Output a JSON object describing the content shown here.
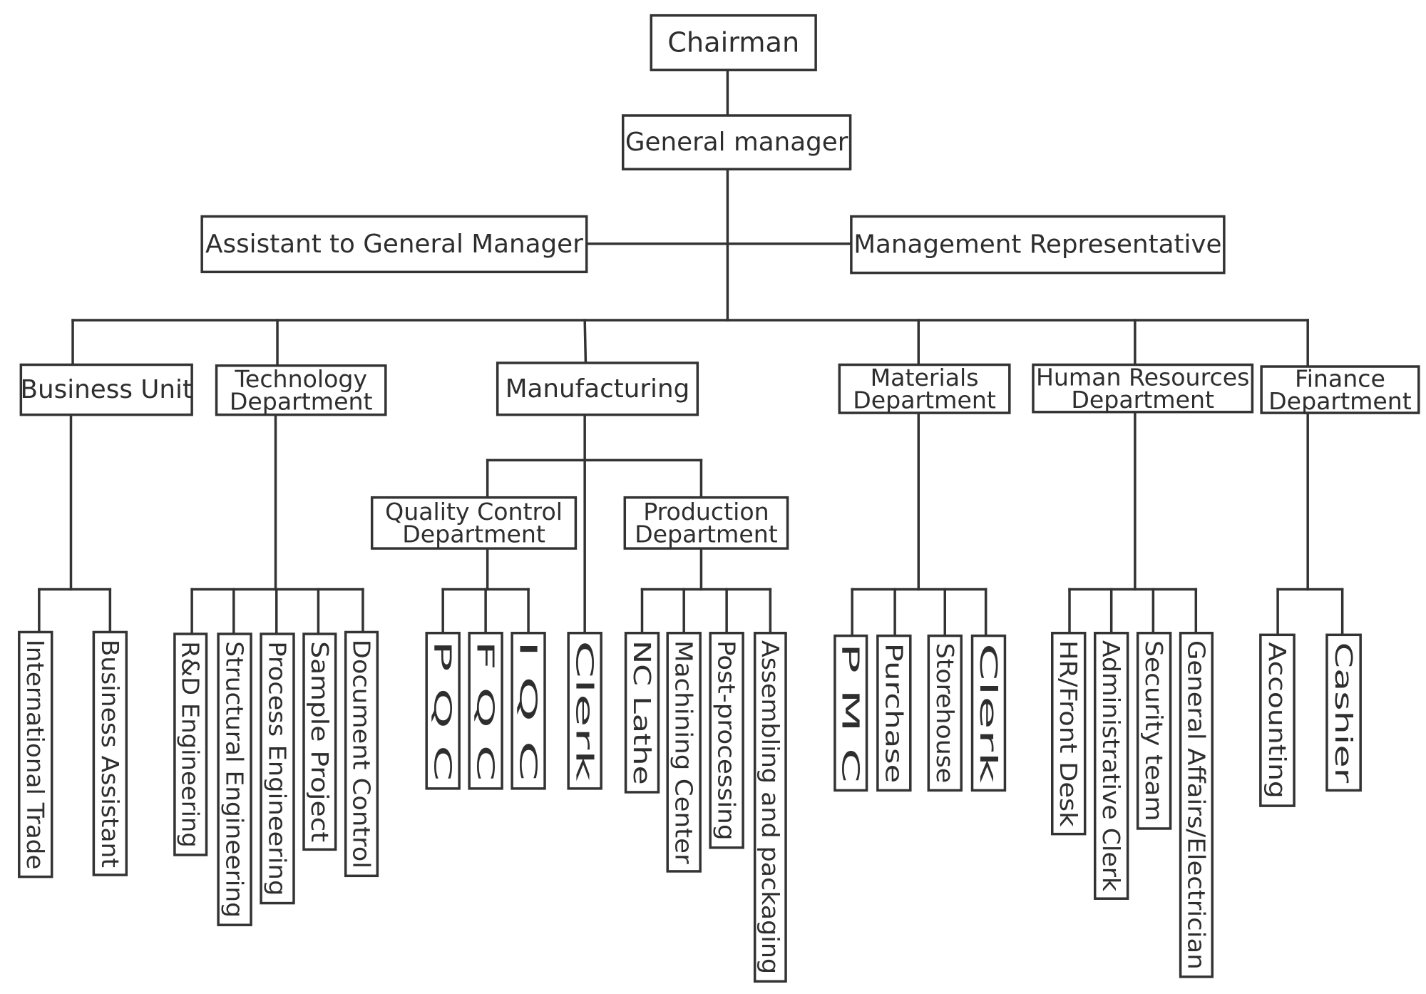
{
  "nodes": {
    "chairman": "Chairman",
    "general_manager": "General manager",
    "assistant_gm": "Assistant to General Manager",
    "management_rep": "Management Representative",
    "business_unit": "Business Unit",
    "technology_department": [
      "Technology",
      "Department"
    ],
    "manufacturing": "Manufacturing",
    "materials_department": [
      "Materials",
      "Department"
    ],
    "hr_department": [
      "Human Resources",
      "Department"
    ],
    "finance_department": [
      "Finance",
      "Department"
    ],
    "international_trade": "International Trade",
    "business_assistant": "Business Assistant",
    "rd_engineering": "R&D Engineering",
    "structural_engineering": "Structural Engineering",
    "process_engineering": "Process Engineering",
    "sample_project": "Sample Project",
    "document_control": "Document Control",
    "quality_control_department": [
      "Quality Control",
      "Department"
    ],
    "production_department": [
      "Production",
      "Department"
    ],
    "pqc": "P Q C",
    "fqc": "F Q C",
    "iqc": "I Q C",
    "mfg_clerk": "Clerk",
    "nc_lathe": "NC Lathe",
    "machining_center": "Machining Center",
    "post_processing": "Post-processing",
    "assembling_packaging": "Assembling and packaging",
    "pmc": "P M C",
    "purchase": "Purchase",
    "storehouse": "Storehouse",
    "materials_clerk": "Clerk",
    "hr_front_desk": "HR/Front Desk",
    "administrative_clerk": "Administrative Clerk",
    "security_team": "Security team",
    "general_affairs_electrician": "General Affairs/Electrician",
    "accounting": "Accounting",
    "cashier": "Cashier"
  },
  "colors": {
    "line": "#333333",
    "text": "#2e2e2e",
    "fill": "#ffffff"
  }
}
